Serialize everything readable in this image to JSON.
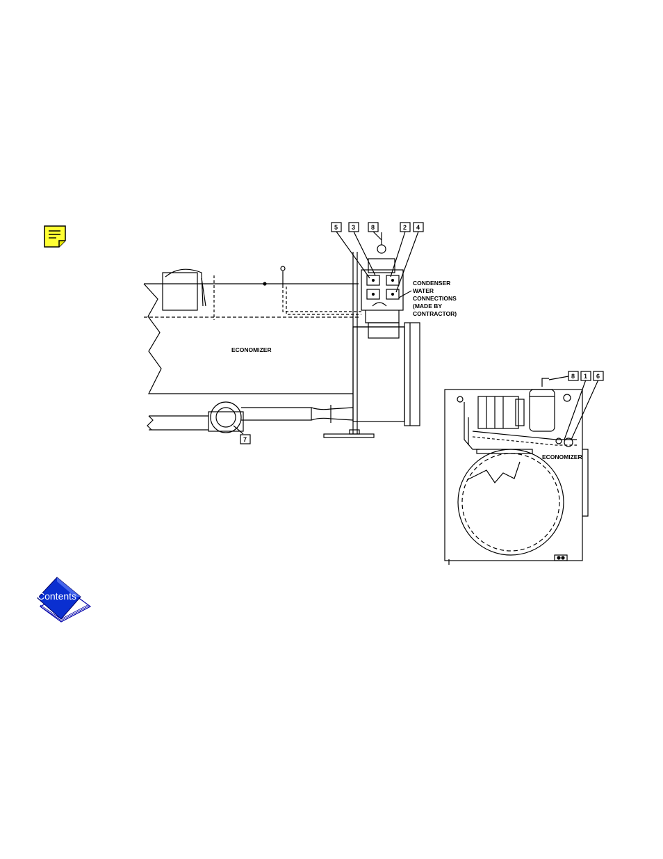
{
  "note": {
    "icon": "note-icon"
  },
  "nav": {
    "contents_label": "Contents",
    "icon": "contents-book-icon"
  },
  "diagram": {
    "economizer_label": "ECONOMIZER",
    "condenser_label_lines": [
      "CONDENSER",
      "WATER",
      "CONNECTIONS",
      "(MADE BY",
      "CONTRACTOR)"
    ],
    "inset_economizer_label": "ECONOMIZER",
    "callouts_top": [
      "5",
      "3",
      "8",
      "2",
      "4"
    ],
    "callout_bottom": "7",
    "callouts_inset": [
      "8",
      "1",
      "6"
    ]
  }
}
